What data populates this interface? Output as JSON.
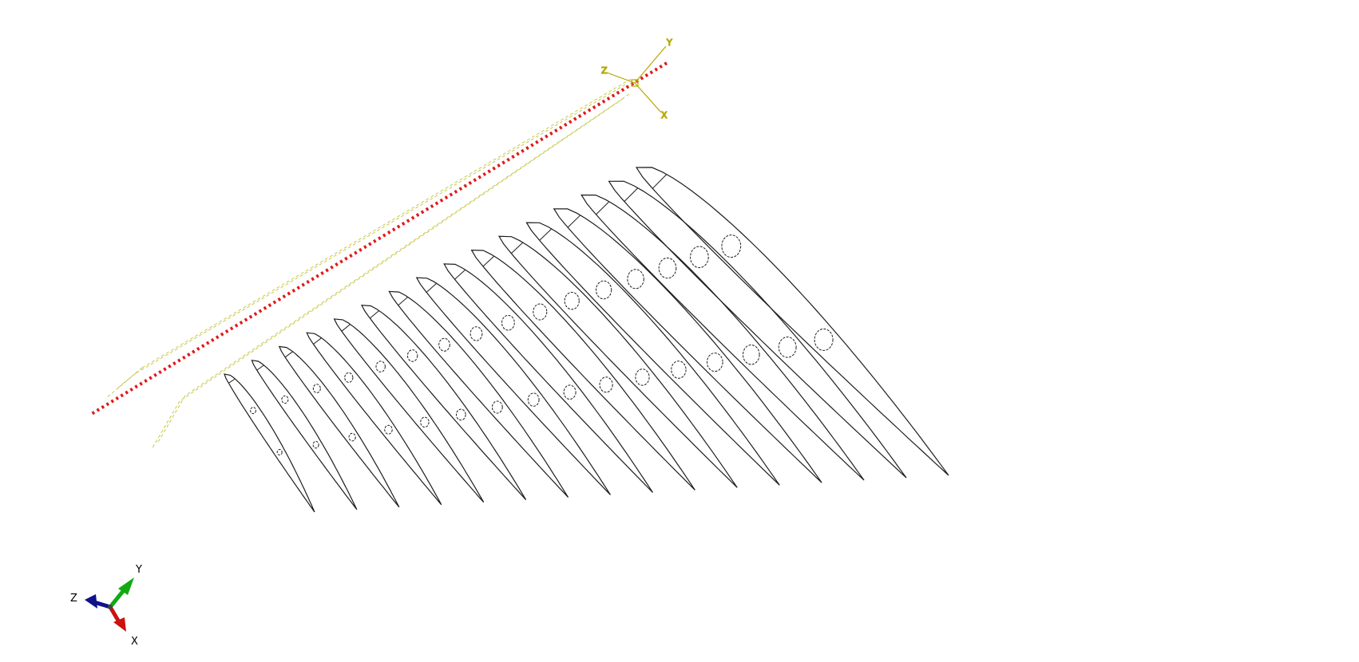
{
  "viewport": {
    "background": "#ffffff",
    "line_color": "#1e1e1e",
    "ref_line_color": "#e11a1a",
    "datum_color": "#c8c84a",
    "csys_color": "#b5a800"
  },
  "local_csys": {
    "labels": {
      "x": "X",
      "y": "Y",
      "z": "Z"
    }
  },
  "triad": {
    "labels": {
      "x": "X",
      "y": "Y",
      "z": "Z"
    },
    "colors": {
      "x": "#cc1111",
      "y": "#11aa11",
      "z": "#11118c"
    },
    "icons": {
      "x": "arrow-x-icon",
      "y": "arrow-y-icon",
      "z": "arrow-z-icon"
    }
  },
  "ribs": {
    "count": 16
  }
}
